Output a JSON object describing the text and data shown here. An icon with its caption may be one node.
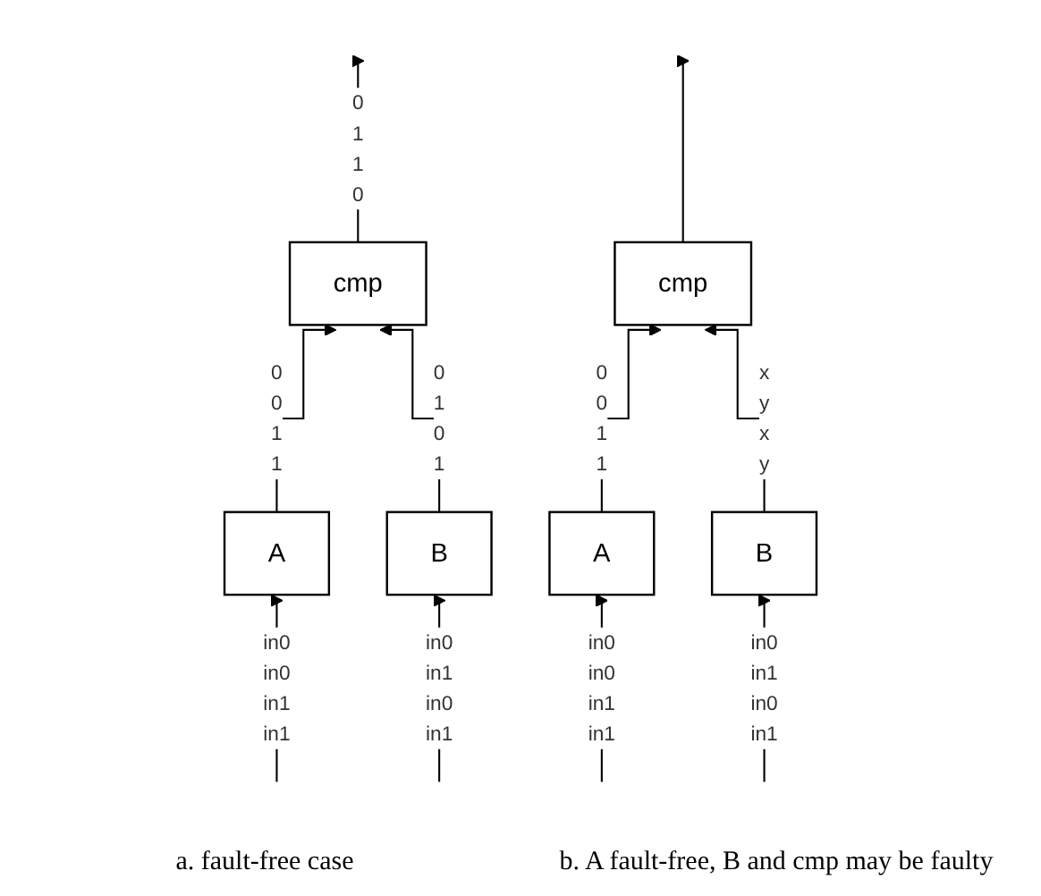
{
  "diagram": {
    "nodes": [
      {
        "text": [
          "cmp"
        ]
      },
      {
        "text": [
          "A"
        ]
      },
      {
        "text": [
          "B"
        ]
      },
      {
        "text": [
          "cmp"
        ]
      },
      {
        "text": [
          "A"
        ]
      },
      {
        "text": [
          "B"
        ]
      }
    ],
    "edges": [
      {
        "from": 1,
        "to": 0,
        "arrow": "to",
        "label": "0 0 1 1"
      },
      {
        "from": 2,
        "to": 0,
        "arrow": "to",
        "label": "0 1 0 1"
      },
      {
        "from": 0,
        "to": null,
        "arrow": "to",
        "label": "0 1 1 0"
      },
      {
        "from": null,
        "to": 1,
        "arrow": "to",
        "label": "in0 in0 in1 in1"
      },
      {
        "from": null,
        "to": 2,
        "arrow": "to",
        "label": "in0 in1 in0 in1"
      },
      {
        "from": 4,
        "to": 3,
        "arrow": "to",
        "label": "0 0 1 1"
      },
      {
        "from": 5,
        "to": 3,
        "arrow": "to",
        "label": "x y x y"
      },
      {
        "from": 3,
        "to": null,
        "arrow": "to"
      },
      {
        "from": null,
        "to": 4,
        "arrow": "to",
        "label": "in0 in0 in1 in1"
      },
      {
        "from": null,
        "to": 5,
        "arrow": "to",
        "label": "in0 in1 in0 in1"
      }
    ],
    "labels": [
      "a. fault-free case",
      "b. A fault-free, B and cmp may be faulty"
    ]
  }
}
